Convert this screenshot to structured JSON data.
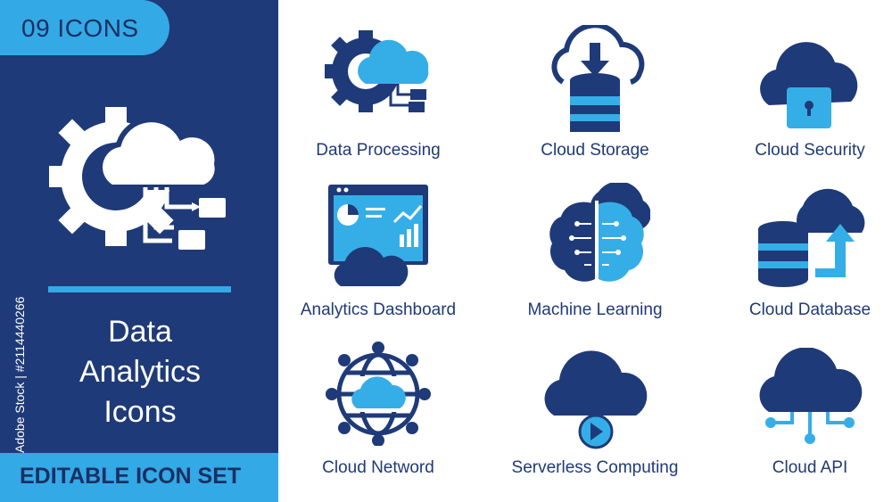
{
  "badge": {
    "text": "09 ICONS"
  },
  "panel": {
    "title_lines": [
      "Data",
      "Analytics",
      "Icons"
    ],
    "footer": "EDITABLE ICON SET",
    "side_text": "Adobe Stock | #2114440266",
    "hero_icon": "gear-cloud-data-icon"
  },
  "colors": {
    "navy": "#1f3a78",
    "accent": "#35aee8",
    "background": "#ffffff"
  },
  "icons": [
    {
      "label": "Data Processing",
      "icon": "data-processing-icon"
    },
    {
      "label": "Cloud Storage",
      "icon": "cloud-storage-icon"
    },
    {
      "label": "Cloud Security",
      "icon": "cloud-security-icon"
    },
    {
      "label": "Analytics Dashboard",
      "icon": "analytics-dashboard-icon"
    },
    {
      "label": "Machine Learning",
      "icon": "machine-learning-icon"
    },
    {
      "label": "Cloud Database",
      "icon": "cloud-database-icon"
    },
    {
      "label": "Cloud Netword",
      "icon": "cloud-network-icon"
    },
    {
      "label": "Serverless Computing",
      "icon": "serverless-computing-icon"
    },
    {
      "label": "Cloud API",
      "icon": "cloud-api-icon"
    }
  ]
}
